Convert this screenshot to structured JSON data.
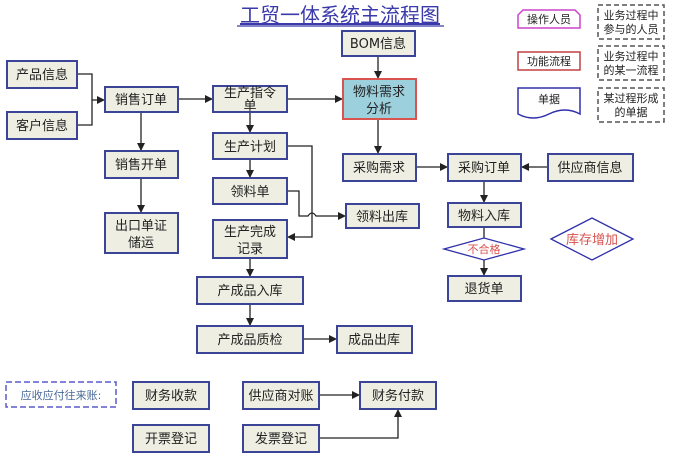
{
  "title": "工贸一体系统主流程图",
  "colors": {
    "box_fill": "#EEEFE2",
    "box_border": "#3C4497",
    "highlight_fill": "#9CD0DD",
    "highlight_border": "#D9534F",
    "title": "#3A3AAA",
    "diamond_text": "#D9534F"
  },
  "legend": {
    "operator": "操作人员",
    "operator_desc": [
      "业务过程中",
      "参与的人员"
    ],
    "function": "功能流程",
    "function_desc": [
      "业务过程中",
      "的某一流程"
    ],
    "document": "单据",
    "document_desc": [
      "某过程形成",
      "的单据"
    ]
  },
  "nodes": {
    "product_info": "产品信息",
    "customer_info": "客户信息",
    "sales_order": "销售订单",
    "production_order": [
      "生产指令",
      "单"
    ],
    "bom": "BOM信息",
    "mrp": [
      "物料需求",
      "分析"
    ],
    "sales_invoice": "销售开单",
    "production_plan": "生产计划",
    "purchase_demand": "采购需求",
    "purchase_order": "采购订单",
    "supplier_info": "供应商信息",
    "picking_list": "领料单",
    "material_out": "领料出库",
    "export_docs": [
      "出口单证",
      "储运"
    ],
    "production_done": [
      "生产完成",
      "记录"
    ],
    "material_in": "物料入库",
    "unqualified": "不合格",
    "stock_increase": "库存增加",
    "return_note": "退货单",
    "finished_in": "产成品入库",
    "finished_qc": "产成品质检",
    "finished_out": "成品出库",
    "ar_ap": "应收应付往来账:",
    "finance_receipt": "财务收款",
    "supplier_reconcile": "供应商对账",
    "finance_payment": "财务付款",
    "invoice_issue": "开票登记",
    "invoice_receive": "发票登记"
  }
}
